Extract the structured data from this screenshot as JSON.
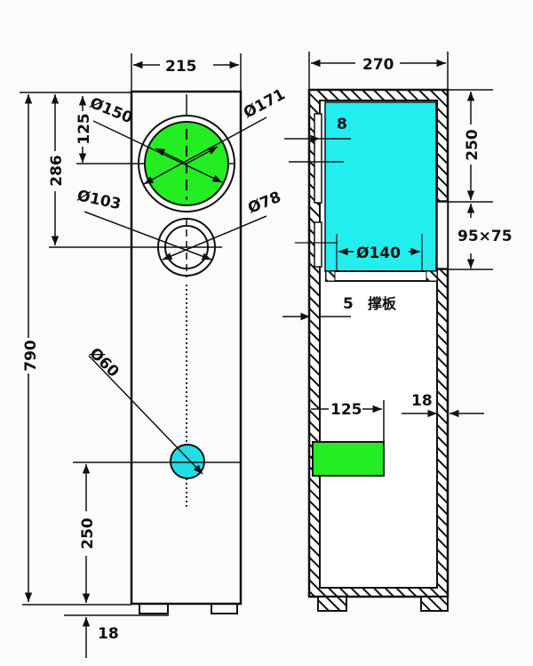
{
  "drawing": {
    "subject": "Loudspeaker cabinet front and side section",
    "colors": {
      "ink": "#111111",
      "woofer_fill": "#22ee22",
      "port_fill": "#22dde8",
      "enclosure_fill": "#22eef0",
      "absorber_fill": "#22ee22",
      "hatch": "#111111"
    }
  },
  "front_view": {
    "width_label": "215",
    "height_label": "790",
    "woofer_center_label": "286",
    "woofer_offset_label": "125",
    "woofer_inner_label": "Ø150",
    "woofer_outer_label": "Ø171",
    "tweeter_inner_label": "Ø78",
    "tweeter_outer_label": "Ø103",
    "port_label": "Ø60",
    "port_height_label": "250",
    "feet_label": "18"
  },
  "side_view": {
    "depth_label": "270",
    "chamber_height_label": "250",
    "vent_label": "95×75",
    "panel_label": "8",
    "baffle_label": "Ø140",
    "board_thickness_label": "5",
    "board_name": "撑板",
    "absorber_width_label": "125",
    "wall_label": "18"
  }
}
